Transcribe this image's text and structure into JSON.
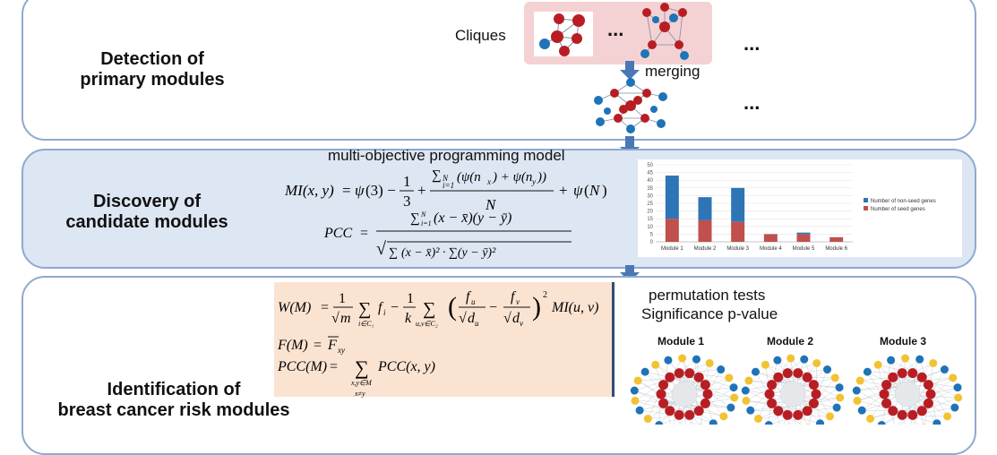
{
  "stages": {
    "detection": {
      "line1": "Detection of",
      "line2": "primary modules"
    },
    "discovery": {
      "line1": "Discovery of",
      "line2": "candidate modules"
    },
    "identification": {
      "line1": "Identification of",
      "line2": "breast cancer risk modules"
    }
  },
  "detection_panel": {
    "cliques_label": "Cliques",
    "merging_label": "merging",
    "ellipsis": "..."
  },
  "discovery_panel": {
    "model_label": "multi-objective programming model"
  },
  "identification_panel": {
    "tests_label": "permutation tests",
    "significance_label": "Significance p-value"
  },
  "modules": [
    "Module 1",
    "Module 2",
    "Module 3"
  ],
  "colors": {
    "seed_node": "#b81d24",
    "nonseed_node": "#1f73b7",
    "gene_node": "#f2c230",
    "panel_border": "#8ea9cf",
    "arrow": "#4a78b5"
  },
  "chart_data": {
    "type": "bar",
    "stacked": true,
    "categories": [
      "Module 1",
      "Module 2",
      "Module 3",
      "Module 4",
      "Module 5",
      "Module 6"
    ],
    "series": [
      {
        "name": "Number of seed genes",
        "color": "#c0504d",
        "values": [
          15,
          14,
          13,
          5,
          5,
          3
        ]
      },
      {
        "name": "Number of non-seed genes",
        "color": "#2e75b6",
        "values": [
          28,
          15,
          22,
          0,
          1,
          0
        ]
      }
    ],
    "ylim": [
      0,
      50
    ],
    "yticks": [
      0,
      5,
      10,
      15,
      20,
      25,
      30,
      35,
      40,
      45,
      50
    ],
    "legend_position": "right",
    "legend_order": [
      "Number of non-seed genes",
      "Number of seed genes"
    ],
    "grid": true
  }
}
